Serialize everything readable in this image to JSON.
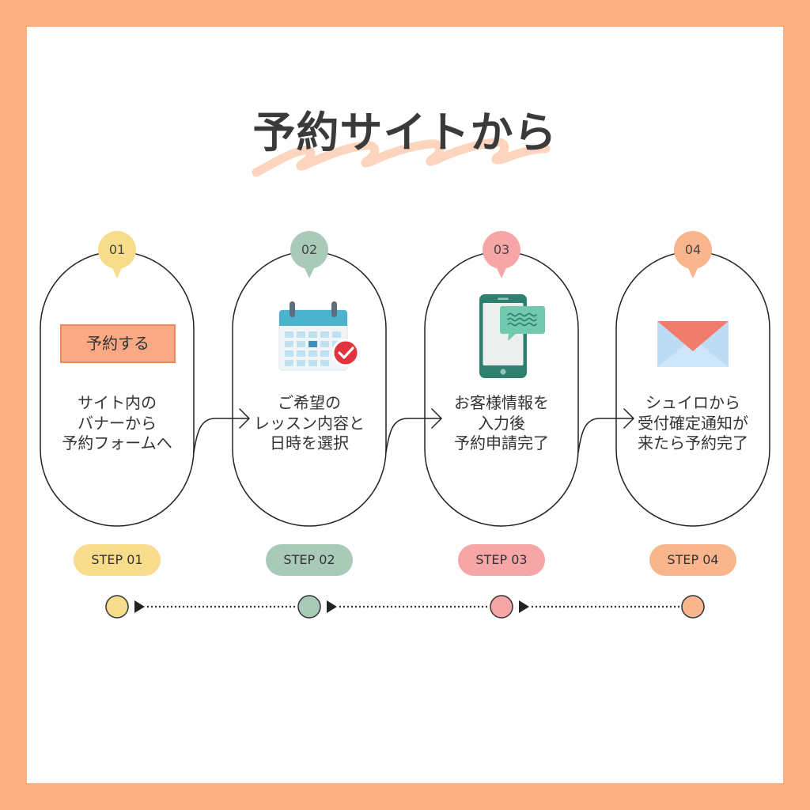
{
  "title": "予約サイトから",
  "steps": [
    {
      "number": "01",
      "color": "#F7DC8B",
      "icon": "reserve-button-illustration",
      "button_label": "予約する",
      "lines": [
        "サイト内の",
        "バナーから",
        "予約フォームへ"
      ],
      "label": "STEP 01"
    },
    {
      "number": "02",
      "color": "#A9C9B9",
      "icon": "calendar-check-icon",
      "lines": [
        "ご希望の",
        "レッスン内容と",
        "日時を選択"
      ],
      "label": "STEP 02"
    },
    {
      "number": "03",
      "color": "#F6A6A7",
      "icon": "smartphone-chat-icon",
      "lines": [
        "お客様情報を",
        "入力後",
        "予約申請完了"
      ],
      "label": "STEP 03"
    },
    {
      "number": "04",
      "color": "#F9B58B",
      "icon": "envelope-icon",
      "lines": [
        "シュイロから",
        "受付確定通知が",
        "来たら予約完了"
      ],
      "label": "STEP 04"
    }
  ],
  "colors": {
    "frame": "#FBB184",
    "panel": "#FFFFFF",
    "title_underline": "#FDD4BE",
    "button_fill": "#F9A983"
  }
}
